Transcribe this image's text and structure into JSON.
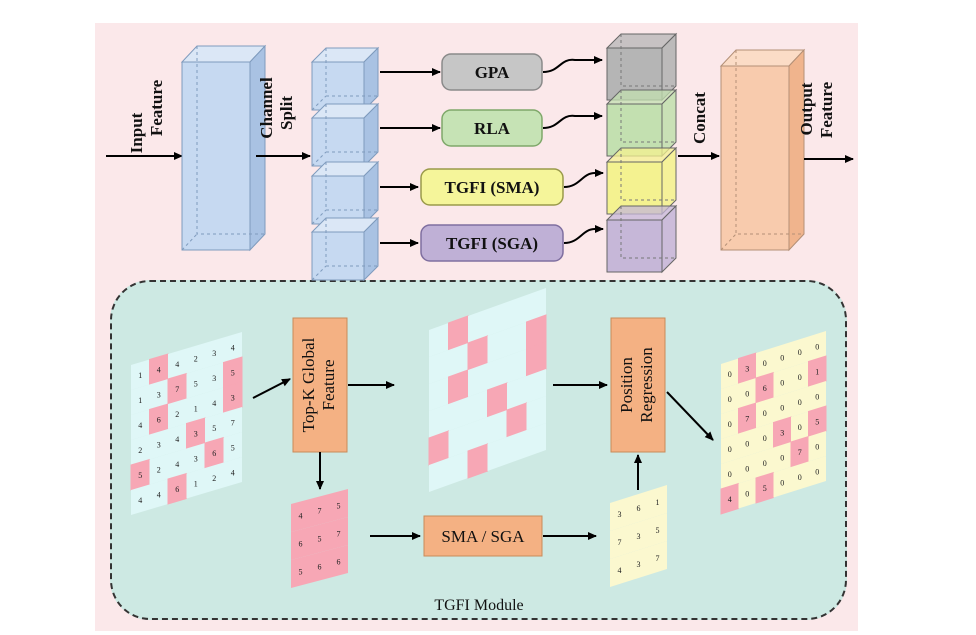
{
  "labels": {
    "input_feature": [
      "Input",
      "Feature"
    ],
    "channel_split": [
      "Channel",
      "Split"
    ],
    "concat": "Concat",
    "output_feature": [
      "Output",
      "Feature"
    ],
    "module_title": "TGFI Module",
    "topk": [
      "Top-K Global",
      "Feature"
    ],
    "position_regression": [
      "Position",
      "Regression"
    ],
    "sma_sga": "SMA / SGA"
  },
  "branches": [
    {
      "label": "GPA",
      "color": "#c6c6c6",
      "cube_color": "#b5b5b5"
    },
    {
      "label": "RLA",
      "color": "#c6e3b5",
      "cube_color": "#c3e0b0"
    },
    {
      "label": "TGFI (SMA)",
      "color": "#f5f59a",
      "cube_color": "#f4f290"
    },
    {
      "label": "TGFI (SGA)",
      "color": "#bfb0d6",
      "cube_color": "#c6b7d8"
    }
  ],
  "colors": {
    "input_cube": "#c6d9f1",
    "output_cube": "#f8cbad",
    "orange_box": "#f4b183",
    "pink_cell": "#f7a7b5",
    "cyan_cell": "#dff7f7",
    "yellow_cell": "#fbf8cf"
  },
  "input_matrix": {
    "values": [
      [
        "1",
        "4",
        "4",
        "2",
        "3",
        "4"
      ],
      [
        "1",
        "3",
        "7",
        "5",
        "3",
        "5"
      ],
      [
        "4",
        "6",
        "2",
        "1",
        "4",
        "3"
      ],
      [
        "2",
        "3",
        "4",
        "3",
        "5",
        "7"
      ],
      [
        "5",
        "2",
        "4",
        "3",
        "6",
        "5"
      ],
      [
        "4",
        "4",
        "6",
        "1",
        "2",
        "4"
      ]
    ],
    "highlight": [
      [
        0,
        1
      ],
      [
        1,
        2
      ],
      [
        1,
        5
      ],
      [
        2,
        1
      ],
      [
        2,
        5
      ],
      [
        3,
        3
      ],
      [
        4,
        4
      ],
      [
        4,
        0
      ],
      [
        5,
        2
      ]
    ]
  },
  "topk_small": [
    [
      "4",
      "7",
      "5"
    ],
    [
      "6",
      "5",
      "7"
    ],
    [
      "5",
      "6",
      "6"
    ]
  ],
  "pos_small": [
    [
      "3",
      "6",
      "1"
    ],
    [
      "7",
      "3",
      "5"
    ],
    [
      "4",
      "3",
      "7"
    ]
  ],
  "output_matrix": {
    "values": [
      [
        "0",
        "3",
        "0",
        "0",
        "0",
        "0"
      ],
      [
        "0",
        "0",
        "6",
        "0",
        "0",
        "1"
      ],
      [
        "0",
        "7",
        "0",
        "0",
        "0",
        "0"
      ],
      [
        "0",
        "0",
        "0",
        "3",
        "0",
        "5"
      ],
      [
        "0",
        "0",
        "0",
        "0",
        "7",
        "0"
      ],
      [
        "4",
        "0",
        "5",
        "0",
        "0",
        "0"
      ]
    ],
    "highlight": [
      [
        0,
        1
      ],
      [
        1,
        2
      ],
      [
        1,
        5
      ],
      [
        2,
        1
      ],
      [
        3,
        3
      ],
      [
        3,
        5
      ],
      [
        4,
        4
      ],
      [
        5,
        0
      ],
      [
        5,
        2
      ]
    ]
  }
}
